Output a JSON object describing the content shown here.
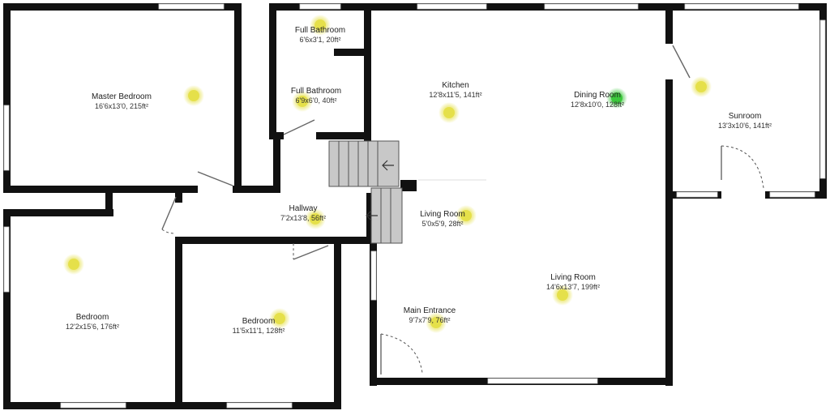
{
  "rooms": [
    {
      "id": "master-bedroom",
      "name": "Master Bedroom",
      "dims": "16'6x13'0, 215ft²"
    },
    {
      "id": "full-bathroom-1",
      "name": "Full Bathroom",
      "dims": "6'6x3'1, 20ft²"
    },
    {
      "id": "full-bathroom-2",
      "name": "Full Bathroom",
      "dims": "6'9x6'0, 40ft²"
    },
    {
      "id": "kitchen",
      "name": "Kitchen",
      "dims": "12'8x11'5, 141ft²"
    },
    {
      "id": "dining-room",
      "name": "Dining Room",
      "dims": "12'8x10'0, 128ft²"
    },
    {
      "id": "sunroom",
      "name": "Sunroom",
      "dims": "13'3x10'6, 141ft²"
    },
    {
      "id": "hallway",
      "name": "Hallway",
      "dims": "7'2x13'8, 56ft²"
    },
    {
      "id": "living-room-small",
      "name": "Living Room",
      "dims": "5'0x5'9, 28ft²"
    },
    {
      "id": "bedroom-left",
      "name": "Bedroom",
      "dims": "12'2x15'6, 176ft²"
    },
    {
      "id": "bedroom-middle",
      "name": "Bedroom",
      "dims": "11'5x11'1, 128ft²"
    },
    {
      "id": "living-room",
      "name": "Living Room",
      "dims": "14'6x13'7, 199ft²"
    },
    {
      "id": "main-entrance",
      "name": "Main Entrance",
      "dims": "9'7x7'9, 76ft²"
    }
  ],
  "markers": [
    {
      "room": "master-bedroom",
      "status": "inactive",
      "color": "#e5e04a"
    },
    {
      "room": "full-bathroom-1",
      "status": "inactive",
      "color": "#e5e04a"
    },
    {
      "room": "full-bathroom-2",
      "status": "inactive",
      "color": "#e5e04a"
    },
    {
      "room": "kitchen",
      "status": "inactive",
      "color": "#e5e04a"
    },
    {
      "room": "dining-room",
      "status": "active",
      "color": "#3cc83c"
    },
    {
      "room": "sunroom",
      "status": "inactive",
      "color": "#e5e04a"
    },
    {
      "room": "hallway",
      "status": "inactive",
      "color": "#e5e04a"
    },
    {
      "room": "living-room-small",
      "status": "inactive",
      "color": "#e5e04a"
    },
    {
      "room": "bedroom-left",
      "status": "inactive",
      "color": "#e5e04a"
    },
    {
      "room": "bedroom-middle",
      "status": "inactive",
      "color": "#e5e04a"
    },
    {
      "room": "living-room",
      "status": "inactive",
      "color": "#e5e04a"
    },
    {
      "room": "main-entrance",
      "status": "inactive",
      "color": "#e5e04a"
    }
  ],
  "colors": {
    "wall": "#111111",
    "stairs": "#c8c8c8",
    "inactive_marker": "#e5e04a",
    "active_marker": "#3cc83c"
  }
}
